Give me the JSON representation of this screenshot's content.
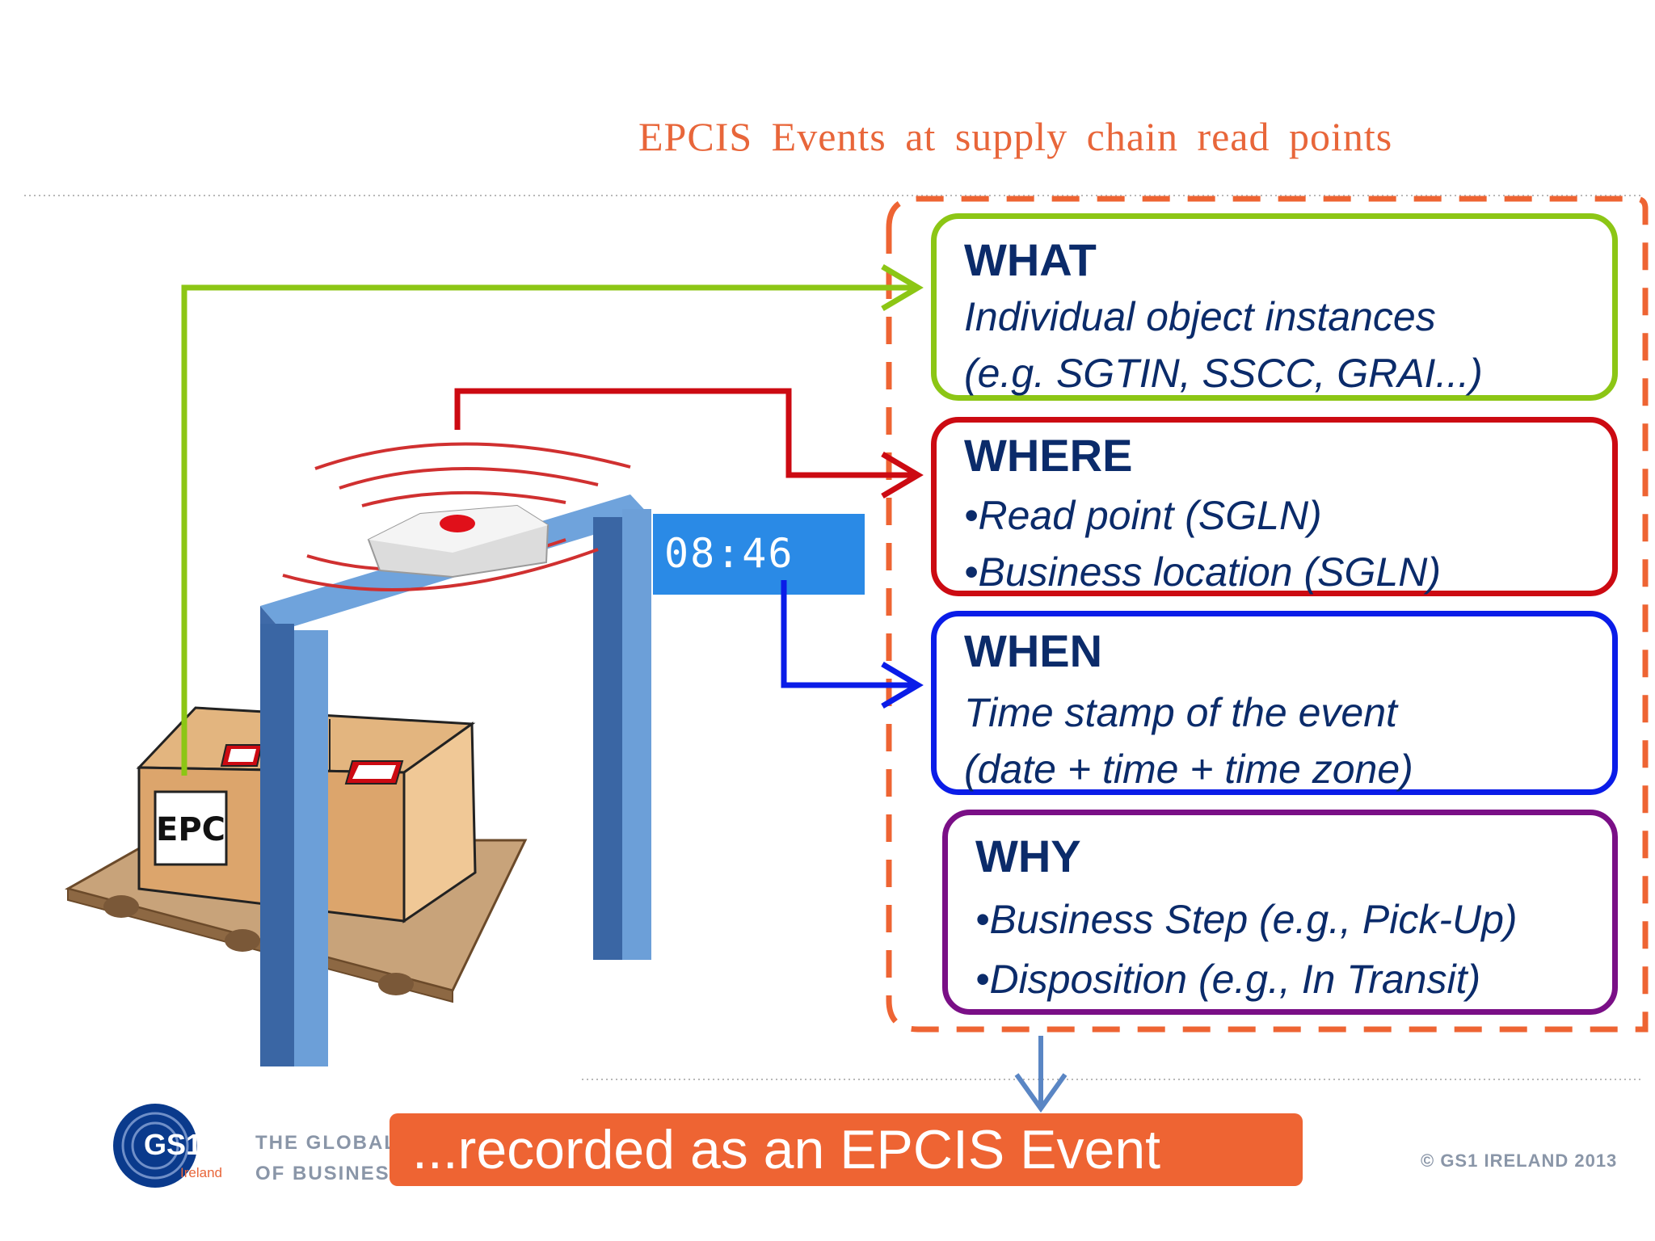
{
  "title": "EPCIS Events at supply chain read points",
  "clock": "08:46",
  "boxes": {
    "what": {
      "heading": "WHAT",
      "lines": [
        "Individual object instances",
        "(e.g. SGTIN, SSCC, GRAI...)"
      ]
    },
    "where": {
      "heading": "WHERE",
      "lines": [
        "•Read point (SGLN)",
        "•Business location (SGLN)"
      ]
    },
    "when": {
      "heading": "WHEN",
      "lines": [
        "Time stamp of the event",
        "(date + time + time zone)"
      ]
    },
    "why": {
      "heading": "WHY",
      "lines": [
        "•Business Step (e.g., Pick-Up)",
        "•Disposition (e.g., In Transit)"
      ]
    }
  },
  "result": "...recorded as an EPCIS Event",
  "footer": {
    "logo": "GS1",
    "logo_sub": "Ireland",
    "tagline_1": "THE GLOBAL",
    "tagline_2": "OF BUSINES",
    "copyright": "© GS1 IRELAND 2013"
  },
  "epc_label": "EPC",
  "colors": {
    "what": "#8cc615",
    "where": "#cc0a12",
    "when": "#0a1ce8",
    "why": "#7a0f86",
    "accent": "#ee6433",
    "title": "#e8663a",
    "text": "#0b2b6a",
    "gantry": "#4a7fc0"
  },
  "icons": [
    "rfid-reader-icon",
    "cardboard-box-icon",
    "pallet-icon",
    "gs1-logo-icon",
    "down-arrow-icon"
  ]
}
